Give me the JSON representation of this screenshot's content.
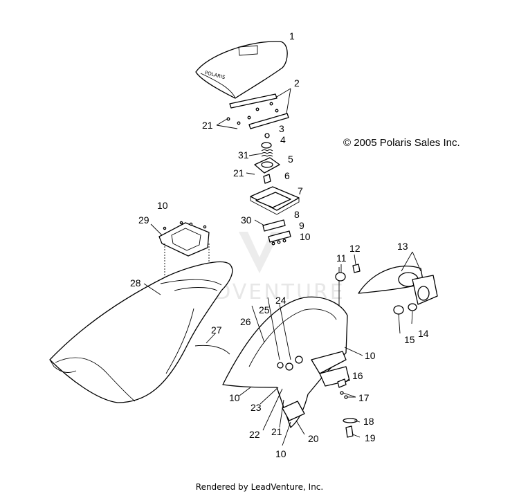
{
  "copyright": "© 2005 Polaris Sales Inc.",
  "footer": "Rendered by LeadVenture, Inc.",
  "watermark": "LEADVENTURE",
  "logo_text": "POLARIS",
  "callouts": {
    "c1": "1",
    "c2": "2",
    "c21a": "21",
    "c3": "3",
    "c4": "4",
    "c31": "31",
    "c5": "5",
    "c21b": "21",
    "c6": "6",
    "c7": "7",
    "c10a": "10",
    "c29": "29",
    "c30": "30",
    "c8": "8",
    "c9": "9",
    "c10b": "10",
    "c11": "11",
    "c12": "12",
    "c13": "13",
    "c28": "28",
    "c24": "24",
    "c25": "25",
    "c26": "26",
    "c27": "27",
    "c10c": "10",
    "c15": "15",
    "c14": "14",
    "c16": "16",
    "c10d": "10",
    "c23": "23",
    "c17": "17",
    "c18": "18",
    "c22": "22",
    "c21c": "21",
    "c20": "20",
    "c19": "19",
    "c10e": "10"
  }
}
